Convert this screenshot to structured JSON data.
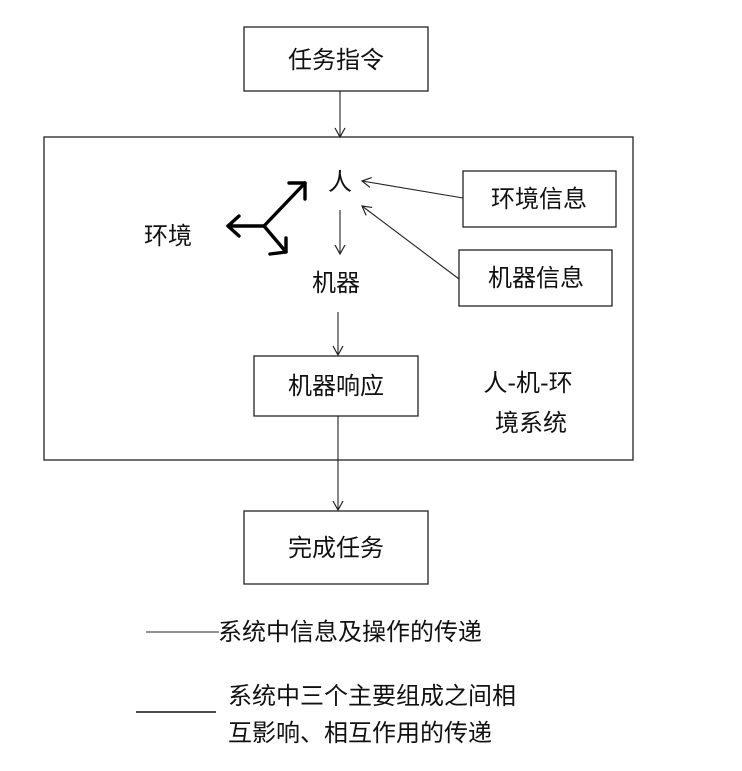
{
  "diagram": {
    "task_command": "任务指令",
    "human": "人",
    "machine": "机器",
    "environment": "环境",
    "environment_info": "环境信息",
    "machine_info": "机器信息",
    "machine_response": "机器响应",
    "system_title_line1": "人-机-环",
    "system_title_line2": "境系统",
    "complete_task": "完成任务"
  },
  "legend": {
    "thin_line_text": "系统中信息及操作的传递",
    "thick_line_text_line1": "系统中三个主要组成之间相",
    "thick_line_text_line2": "互影响、相互作用的传递"
  },
  "colors": {
    "line": "#222222",
    "background": "#ffffff"
  }
}
